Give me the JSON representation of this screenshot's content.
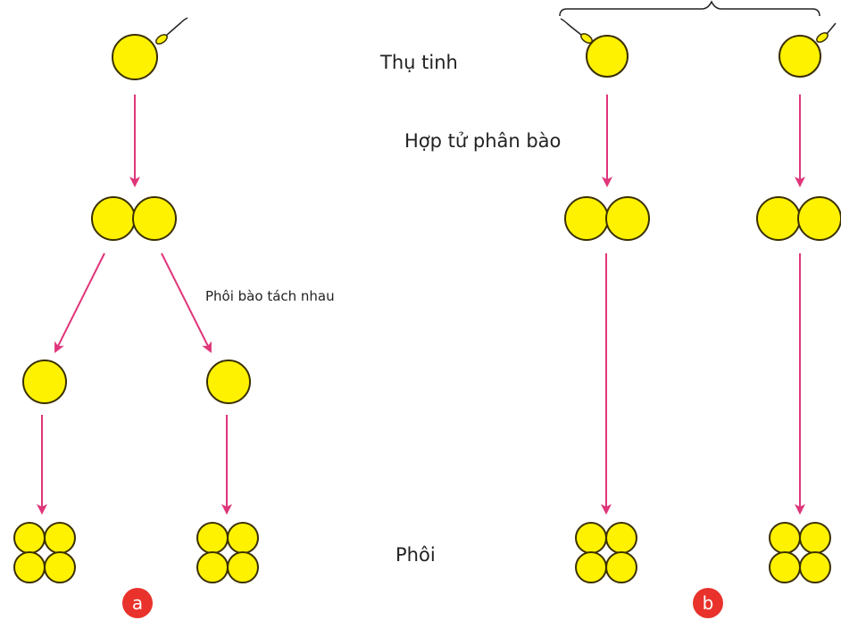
{
  "labels": {
    "fertilization": "Thụ tinh",
    "zygote_division": "Hợp tử phân bào",
    "blastomeres_separate": "Phôi bào tách nhau",
    "embryo": "Phôi"
  },
  "panels": {
    "a": "a",
    "b": "b"
  },
  "colors": {
    "cell_fill": "#FFF200",
    "cell_stroke": "#3A3000",
    "arrow": "#E0357A",
    "badge": "#E8322B"
  }
}
